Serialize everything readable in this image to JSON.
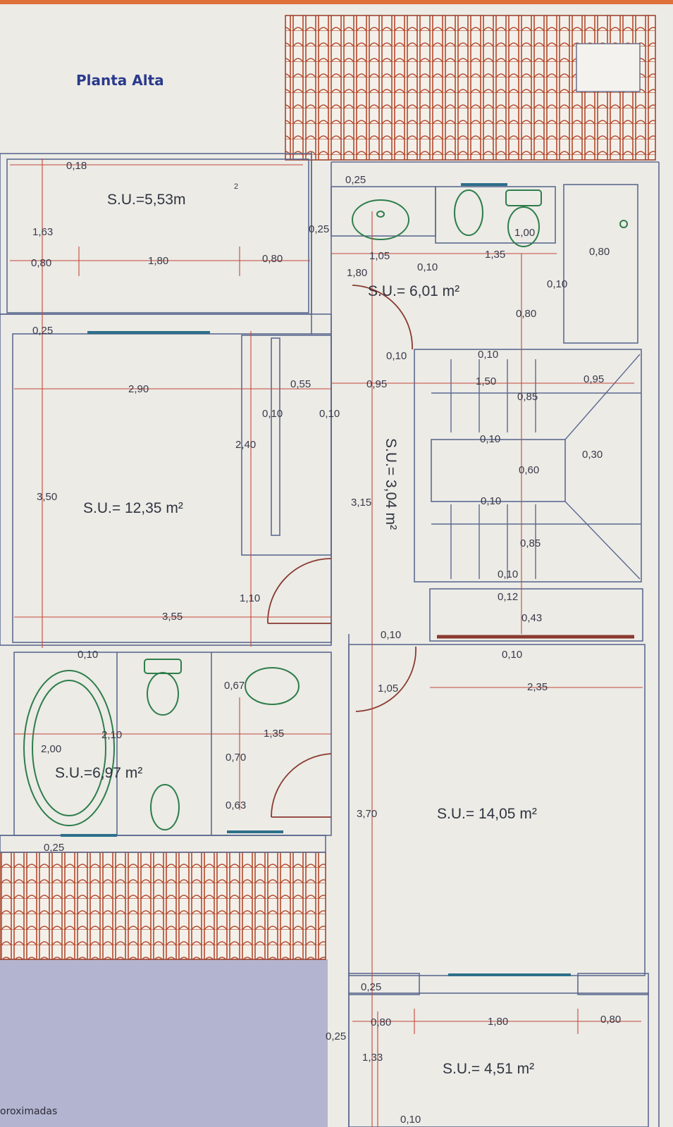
{
  "title": "Planta Alta",
  "footer_note": "oroximadas",
  "areas": {
    "top_left": "S.U.=5,53m",
    "bath_top": "S.U.= 6,01 m²",
    "bedroom_left": "S.U.= 12,35 m²",
    "corridor": "S.U.= 3,04 m²",
    "bath_bottom": "S.U.=6,97 m²",
    "bedroom_right": "S.U.= 14,05 m²",
    "bottom_right": "S.U.= 4,51 m²"
  },
  "dimensions": [
    "0,18",
    "2",
    "0,25",
    "0,25",
    "1,63",
    "0,80",
    "1,80",
    "0,80",
    "1,05",
    "1,80",
    "0,10",
    "1,35",
    "1,00",
    "0,80",
    "0,10",
    "0,80",
    "0,25",
    "0,10",
    "0,10",
    "2,90",
    "0,55",
    "0,95",
    "1,50",
    "0,95",
    "0,85",
    "0,10",
    "0,10",
    "2,40",
    "0,10",
    "0,30",
    "0,60",
    "3,50",
    "3,15",
    "0,10",
    "0,85",
    "0,10",
    "1,10",
    "0,12",
    "3,55",
    "0,43",
    "0,10",
    "0,10",
    "0,10",
    "0,67",
    "1,05",
    "2,35",
    "2,10",
    "1,35",
    "2,00",
    "0,70",
    "0,63",
    "3,70",
    "0,25",
    "0,25",
    "0,80",
    "1,80",
    "0,80",
    "0,25",
    "1,33",
    "0,10"
  ]
}
